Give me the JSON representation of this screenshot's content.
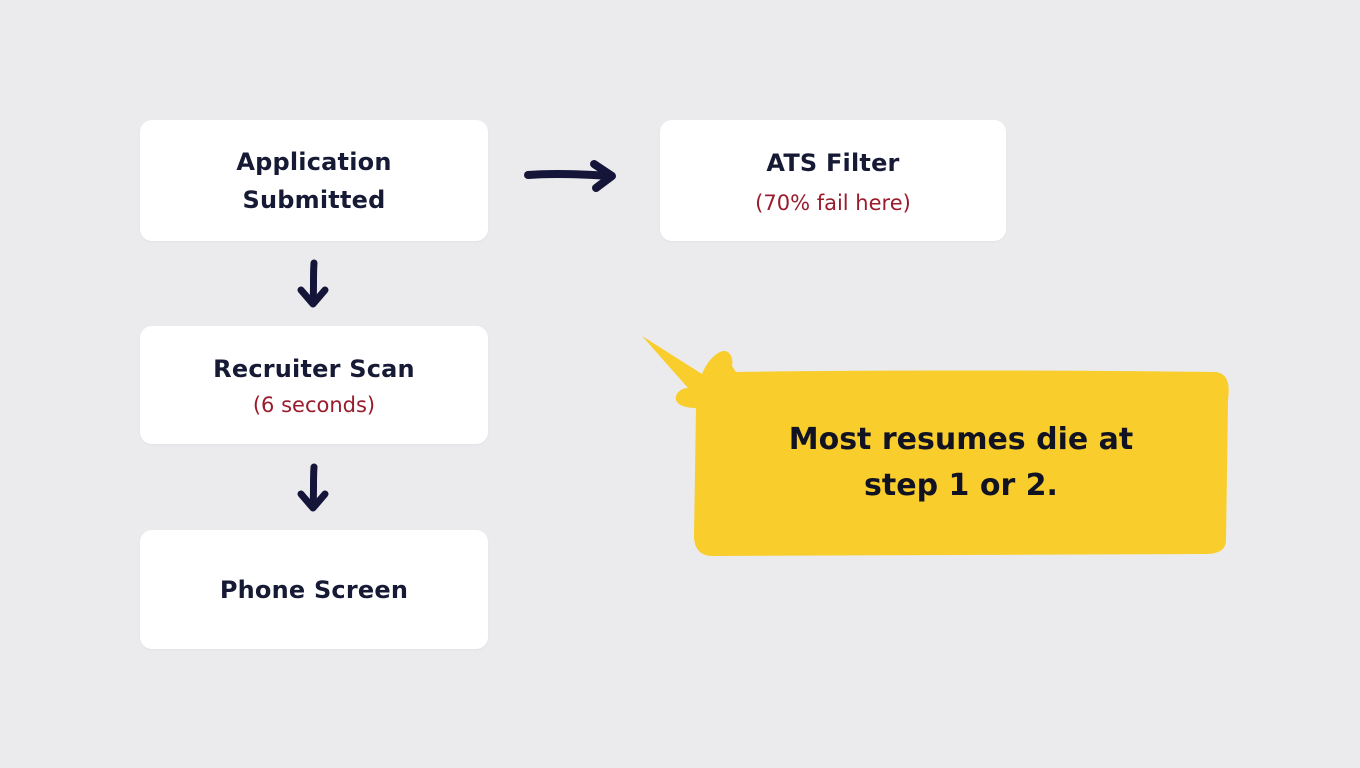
{
  "colors": {
    "background": "#ebebee",
    "card": "#ffffff",
    "title_text": "#161a35",
    "highlight_text": "#9a1c2c",
    "callout_fill": "#f8cd2c",
    "arrow": "#15153a"
  },
  "steps": {
    "application": {
      "title": "Application Submitted"
    },
    "ats": {
      "title": "ATS Filter",
      "note": "(70% fail here)"
    },
    "recruiter": {
      "title": "Recruiter Scan",
      "note": "(6 seconds)"
    },
    "phone": {
      "title": "Phone Screen"
    }
  },
  "callout": {
    "text": "Most resumes die at step 1 or 2."
  }
}
